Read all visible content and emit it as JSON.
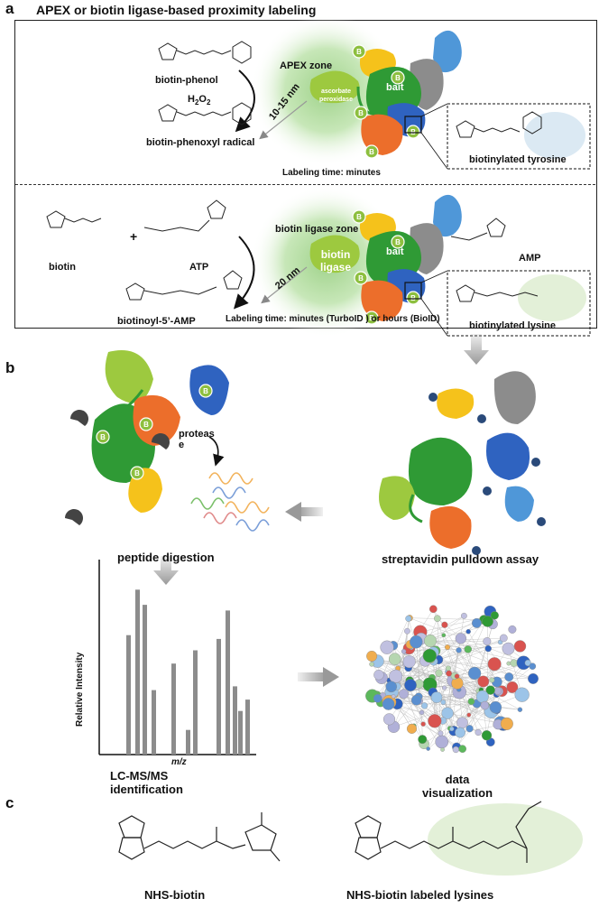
{
  "panel_a": {
    "letter": "a",
    "title": "APEX or biotin ligase-based proximity labeling",
    "top": {
      "biotin_phenol": "biotin-phenol",
      "h2o2": "H",
      "h2o2_sub": "2",
      "h2o2_o": "O",
      "h2o2_sub2": "2",
      "biotin_phenoxyl": "biotin-phenoxyl radical",
      "apex_zone": "APEX zone",
      "ascorbate_1": "ascorbate",
      "ascorbate_2": "peroxidase",
      "distance": "10-15 nm",
      "bait": "bait",
      "time": "Labeling time: minutes",
      "product": "biotinylated tyrosine"
    },
    "bottom": {
      "biotin": "biotin",
      "plus": "+",
      "atp": "ATP",
      "amp": "AMP",
      "biotinoyl": "biotinoyl-5’-AMP",
      "ligase_zone": "biotin ligase zone",
      "ligase_1": "biotin",
      "ligase_2": "ligase",
      "distance": "20 nm",
      "bait": "bait",
      "time": "Labeling time: minutes (TurboID ) or hours (BioID)",
      "product": "biotinylated lysine"
    },
    "b_badge": "B"
  },
  "panel_b": {
    "letter": "b",
    "protease_1": "proteas",
    "protease_2": "e",
    "peptide_digestion": "peptide digestion",
    "streptavidin": "streptavidin pulldown assay",
    "y_axis": "Relative Intensity",
    "x_axis": "m/z",
    "lcms_1": "LC-MS/MS",
    "lcms_2": "identification",
    "data_1": "data",
    "data_2": "visualization",
    "spectrum_peaks": [
      0.63,
      0.87,
      0.79,
      0.34,
      0.48,
      0.13,
      0.55,
      0.61,
      0.76,
      0.36,
      0.23,
      0.29
    ]
  },
  "panel_c": {
    "letter": "c",
    "nhs_biotin": "NHS-biotin",
    "nhs_labeled": "NHS-biotin labeled lysines"
  },
  "colors": {
    "dark_green": "#2f9a35",
    "light_green": "#9dc93f",
    "orange": "#ec6e2b",
    "yellow": "#f5c21b",
    "blue": "#2f63c0",
    "light_blue": "#4f97d8",
    "grey": "#8c8c8c",
    "badge": "#8dbf3f",
    "zone": "#bfe0b0"
  }
}
